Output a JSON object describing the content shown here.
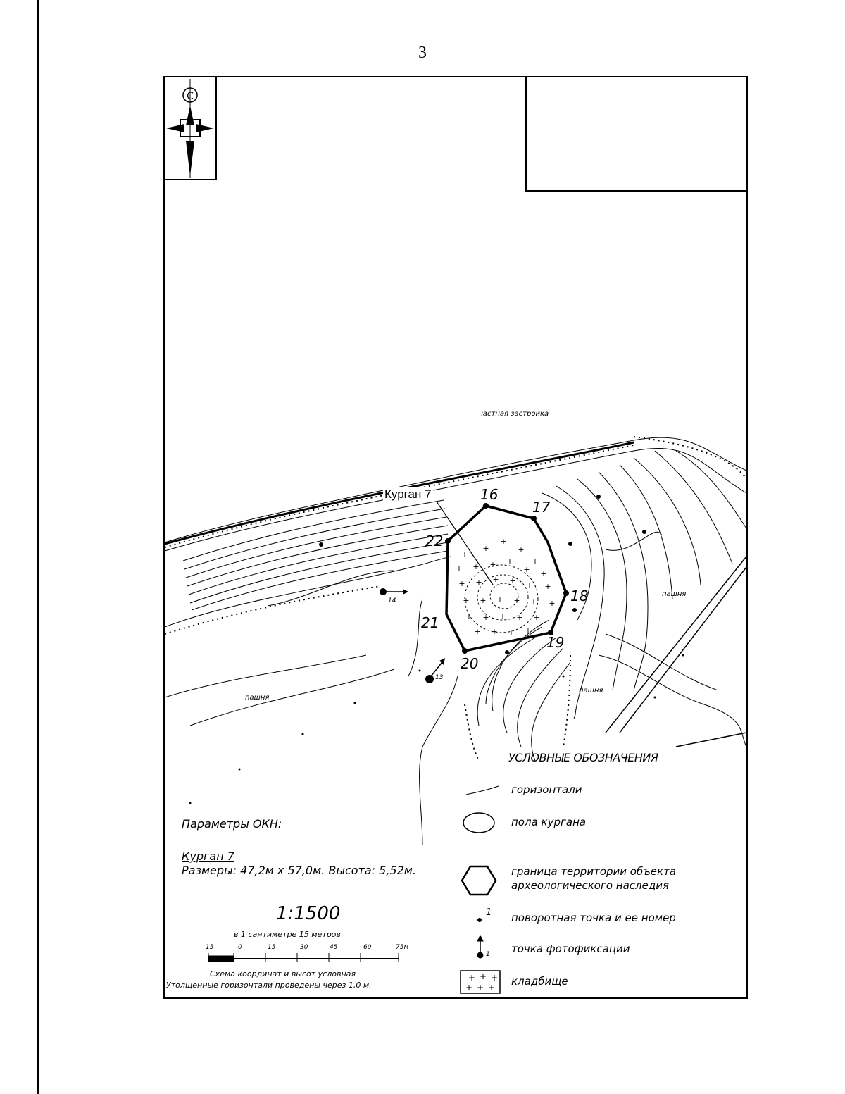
{
  "page_number": "3",
  "map": {
    "compass_letter": "С",
    "area_label": "частная застройка",
    "field_labels": [
      "пашня",
      "пашня",
      "пашня"
    ],
    "object_label": "Курган 7",
    "turn_points": [
      "16",
      "17",
      "18",
      "19",
      "20",
      "21",
      "22"
    ],
    "photo_points": [
      "14",
      "13"
    ]
  },
  "params": {
    "heading": "Параметры ОКН:",
    "object_name": "Курган 7",
    "dimensions": "Размеры: 47,2м х 57,0м. Высота: 5,52м."
  },
  "scale": {
    "ratio": "1:1500",
    "description": "в 1 сантиметре 15 метров",
    "ticks": [
      "15",
      "0",
      "15",
      "30",
      "45",
      "60",
      "75м"
    ],
    "note1": "Схема координат и высот условная",
    "note2": "Утолщенные горизонтали проведены через 1,0 м."
  },
  "legend": {
    "title": "УСЛОВНЫЕ ОБОЗНАЧЕНИЯ",
    "items": [
      {
        "label": "горизонтали"
      },
      {
        "label": "пола кургана"
      },
      {
        "label": "граница территории объекта",
        "label2": "археологического наследия"
      },
      {
        "label": "поворотная точка и ее номер",
        "marker": "1"
      },
      {
        "label": "точка фотофиксации",
        "marker": "1"
      },
      {
        "label": "кладбище"
      }
    ]
  }
}
